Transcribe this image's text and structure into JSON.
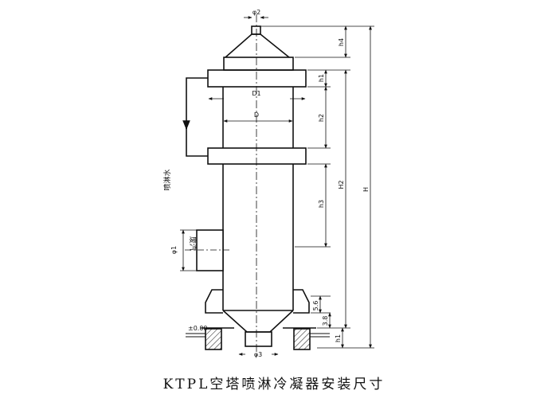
{
  "caption": "KTPL空塔喷淋冷凝器安装尺寸",
  "labels": {
    "top_outlet": "φ2",
    "bottom_outlet": "φ3",
    "side_inlet": "φ1",
    "flange_outer": "D1",
    "shell_inner": "D",
    "spray_water": "喷淋水",
    "steam_inlet": "废汽",
    "foundation_level": "±0.00"
  },
  "dimensions": {
    "top_cone": "h4",
    "top_flange": "h1",
    "upper_section": "h2",
    "lower_section": "h3",
    "to_top_flange": "H2",
    "overall": "H",
    "support_ring": "5.6",
    "support_base": "3.8",
    "base_height": "h1"
  }
}
